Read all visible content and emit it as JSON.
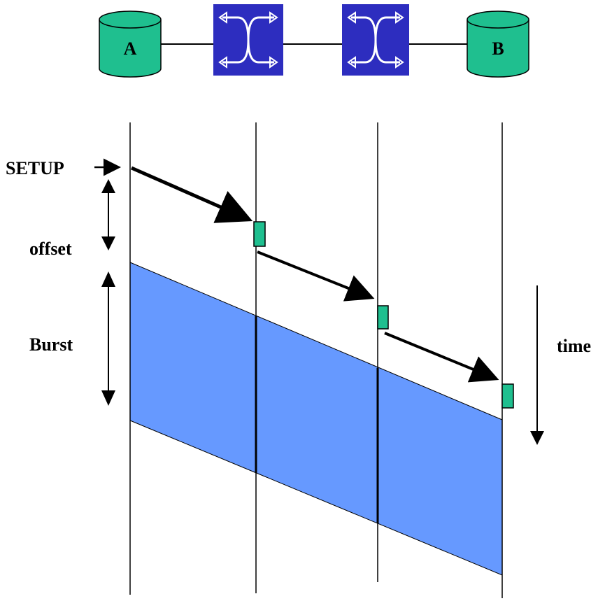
{
  "nodes": {
    "a": {
      "label": "A",
      "icon": "database-cylinder-icon"
    },
    "b": {
      "label": "B",
      "icon": "database-cylinder-icon"
    },
    "switch_1": {
      "icon": "optical-switch-icon"
    },
    "switch_2": {
      "icon": "optical-switch-icon"
    }
  },
  "labels": {
    "setup": "SETUP",
    "offset": "offset",
    "burst": "Burst",
    "time": "time"
  },
  "colors": {
    "node_fill": "#1fbf8f",
    "switch_fill": "#2d2dbf",
    "burst_fill": "#6699ff",
    "control_packet": "#1fbf8f",
    "line": "#000000"
  }
}
